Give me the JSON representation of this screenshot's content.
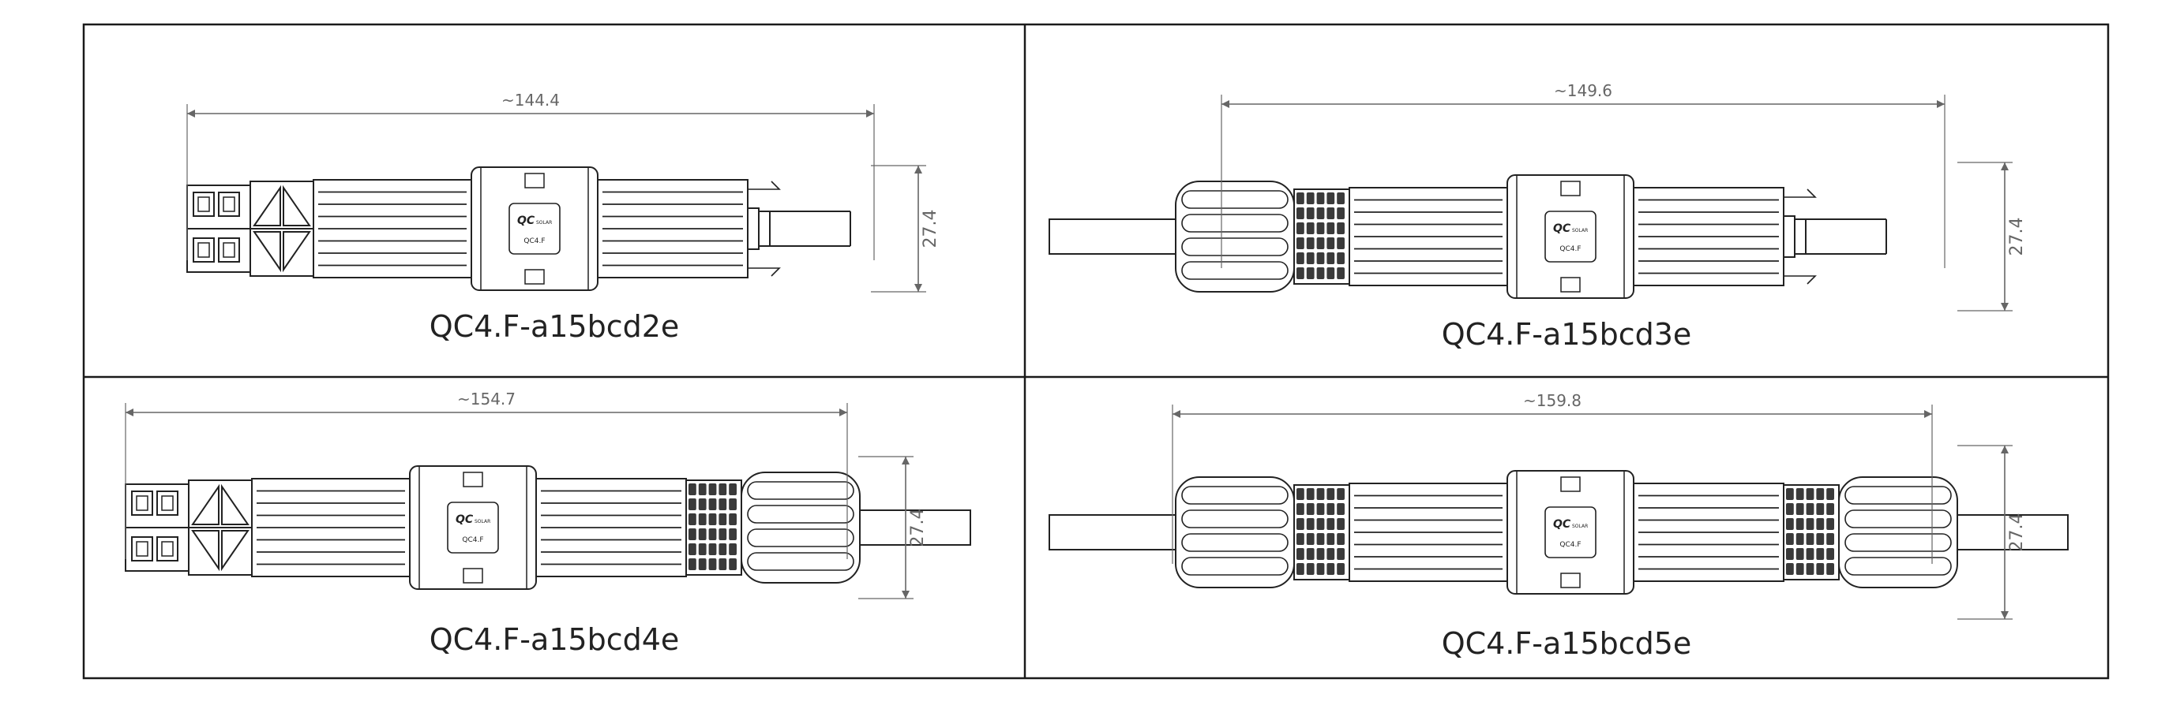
{
  "figure": {
    "panels": [
      {
        "caption": "QC4.F-a15bcd2e",
        "length_label": "~144.4",
        "height_label": "27.4",
        "left_end": "plug",
        "right_end": "stub",
        "badge_brand": "QC",
        "badge_sub": "SOLAR",
        "badge_model": "QC4.F"
      },
      {
        "caption": "QC4.F-a15bcd3e",
        "length_label": "~149.6",
        "height_label": "27.4",
        "left_end": "nut",
        "right_end": "stub",
        "badge_brand": "QC",
        "badge_sub": "SOLAR",
        "badge_model": "QC4.F"
      },
      {
        "caption": "QC4.F-a15bcd4e",
        "length_label": "~154.7",
        "height_label": "27.4",
        "left_end": "plug",
        "right_end": "nut",
        "badge_brand": "QC",
        "badge_sub": "SOLAR",
        "badge_model": "QC4.F"
      },
      {
        "caption": "QC4.F-a15bcd5e",
        "length_label": "~159.8",
        "height_label": "27.4",
        "left_end": "nut",
        "right_end": "nut",
        "badge_brand": "QC",
        "badge_sub": "SOLAR",
        "badge_model": "QC4.F"
      }
    ]
  },
  "colors": {
    "line": "#222222",
    "dim": "#666666",
    "grid": "#1a1a1a"
  }
}
